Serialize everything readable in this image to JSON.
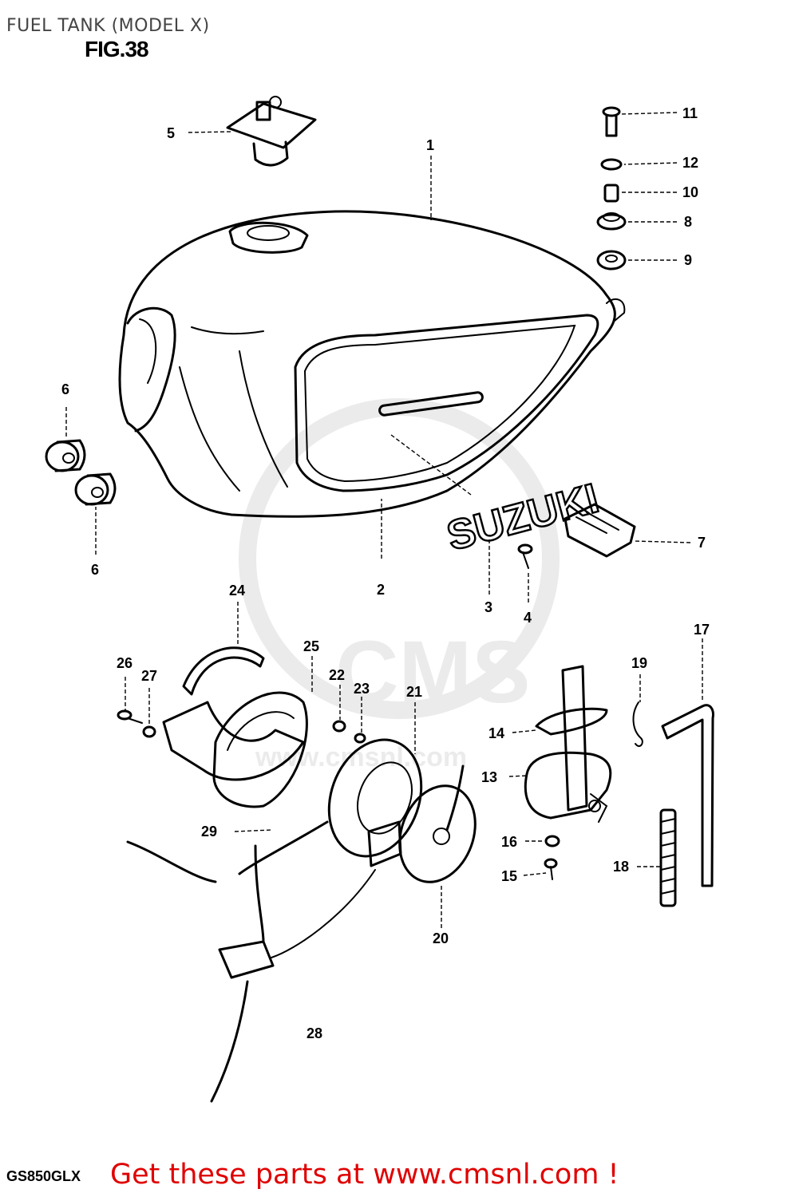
{
  "header": {
    "title": "FUEL TANK (MODEL X)",
    "figure": "FIG.38"
  },
  "watermark": {
    "text": "CMS",
    "url_text": "www.cmsnl.com"
  },
  "callouts": [
    "1",
    "2",
    "3",
    "4",
    "5",
    "6",
    "6",
    "7",
    "8",
    "9",
    "10",
    "11",
    "12",
    "13",
    "14",
    "15",
    "16",
    "17",
    "18",
    "19",
    "20",
    "21",
    "22",
    "23",
    "24",
    "25",
    "26",
    "27",
    "28",
    "29"
  ],
  "emblem": {
    "text": "SUZUKI"
  },
  "footer": {
    "model_code": "GS850GLX",
    "promo_text": "Get these parts at www.cmsnl.com !"
  }
}
